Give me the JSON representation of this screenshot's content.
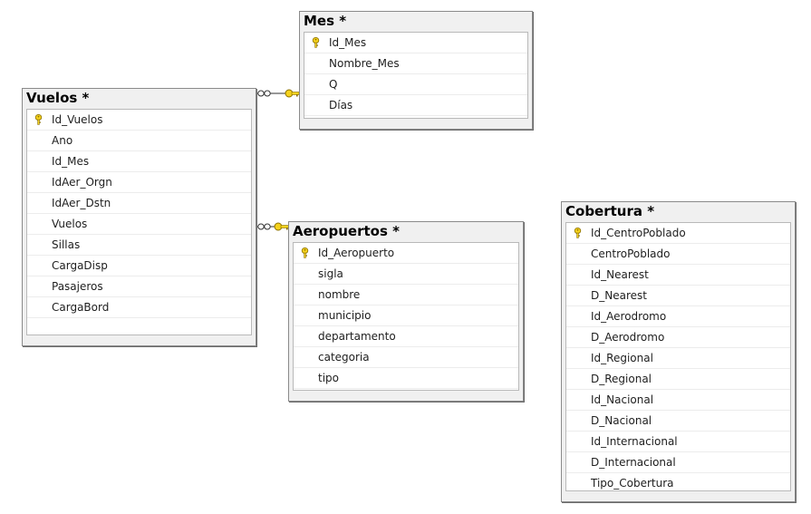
{
  "diagram": {
    "tables": [
      {
        "title": "Mes *",
        "columns": [
          {
            "name": "Id_Mes",
            "pk": true
          },
          {
            "name": "Nombre_Mes",
            "pk": false
          },
          {
            "name": "Q",
            "pk": false
          },
          {
            "name": "Días",
            "pk": false
          }
        ]
      },
      {
        "title": "Vuelos *",
        "columns": [
          {
            "name": "Id_Vuelos",
            "pk": true
          },
          {
            "name": "Ano",
            "pk": false
          },
          {
            "name": "Id_Mes",
            "pk": false
          },
          {
            "name": "IdAer_Orgn",
            "pk": false
          },
          {
            "name": "IdAer_Dstn",
            "pk": false
          },
          {
            "name": "Vuelos",
            "pk": false
          },
          {
            "name": "Sillas",
            "pk": false
          },
          {
            "name": "CargaDisp",
            "pk": false
          },
          {
            "name": "Pasajeros",
            "pk": false
          },
          {
            "name": "CargaBord",
            "pk": false
          }
        ]
      },
      {
        "title": "Aeropuertos *",
        "columns": [
          {
            "name": "Id_Aeropuerto",
            "pk": true
          },
          {
            "name": "sigla",
            "pk": false
          },
          {
            "name": "nombre",
            "pk": false
          },
          {
            "name": "municipio",
            "pk": false
          },
          {
            "name": "departamento",
            "pk": false
          },
          {
            "name": "categoria",
            "pk": false
          },
          {
            "name": "tipo",
            "pk": false
          }
        ]
      },
      {
        "title": "Cobertura *",
        "columns": [
          {
            "name": "Id_CentroPoblado",
            "pk": true
          },
          {
            "name": "CentroPoblado",
            "pk": false
          },
          {
            "name": "Id_Nearest",
            "pk": false
          },
          {
            "name": "D_Nearest",
            "pk": false
          },
          {
            "name": "Id_Aerodromo",
            "pk": false
          },
          {
            "name": "D_Aerodromo",
            "pk": false
          },
          {
            "name": "Id_Regional",
            "pk": false
          },
          {
            "name": "D_Regional",
            "pk": false
          },
          {
            "name": "Id_Nacional",
            "pk": false
          },
          {
            "name": "D_Nacional",
            "pk": false
          },
          {
            "name": "Id_Internacional",
            "pk": false
          },
          {
            "name": "D_Internacional",
            "pk": false
          },
          {
            "name": "Tipo_Cobertura",
            "pk": false
          }
        ]
      }
    ],
    "relationships": [
      {
        "from": "Vuelos *",
        "to": "Mes *",
        "from_end": "many",
        "to_end": "one"
      },
      {
        "from": "Vuelos *",
        "to": "Aeropuertos *",
        "from_end": "many",
        "to_end": "one"
      }
    ],
    "colors": {
      "key_icon": "#f5d21d",
      "table_header": "#f0f0f0",
      "table_border": "#8a8a8a",
      "connector": "#303030"
    }
  }
}
